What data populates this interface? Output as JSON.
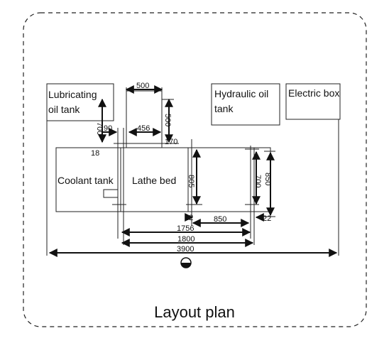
{
  "title": "Layout plan",
  "components": {
    "lubricating_oil_tank": [
      "Lubricating",
      "oil tank"
    ],
    "hydraulic_oil_tank": [
      "Hydraulic oil",
      "tank"
    ],
    "electric_box": "Electric box",
    "coolant_tank": "Coolant tank",
    "lathe_bed": "Lathe bed"
  },
  "dimensions": {
    "d500_top": "500",
    "d500_side": "500",
    "d456": "456",
    "d90": "90",
    "d700_left": "700",
    "d18": "18",
    "d170": "170",
    "d805": "805",
    "d700_right": "700",
    "d850_vertical": "850",
    "d22_left": "22",
    "d850_horizontal": "850",
    "d22_right": "22",
    "d1756": "1756",
    "d1800": "1800",
    "d3900": "3900"
  },
  "colors": {
    "line": "#222222",
    "text": "#111111",
    "background": "#ffffff"
  },
  "icons": {
    "center_marker": "half-filled-circle"
  }
}
